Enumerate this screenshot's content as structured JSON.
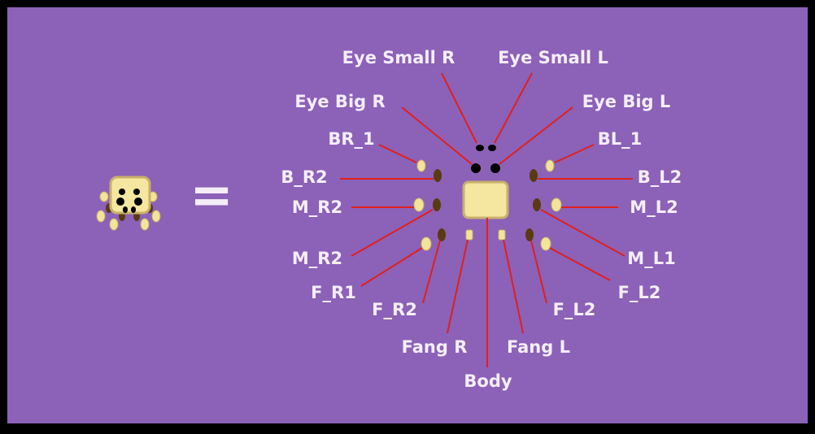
{
  "colors": {
    "frame": "#000000",
    "background": "#8c61b8",
    "label_text": "#f4eef8",
    "leader_line": "#e0201c",
    "body_fill": "#f5e6a0",
    "body_edge": "#c9b06a",
    "bright_part": "#f2e49a",
    "dark_part": "#5a3a12",
    "eye": "#000000",
    "eye_highlight": "#ffffff"
  },
  "composite_icon": "spider-sprite-icon",
  "equals_sign": "=",
  "labels": {
    "eye_small_r": "Eye Small R",
    "eye_small_l": "Eye Small L",
    "eye_big_r": "Eye Big R",
    "eye_big_l": "Eye Big L",
    "br_1": "BR_1",
    "bl_1": "BL_1",
    "b_r2": "B_R2",
    "b_l2": "B_L2",
    "m_r2_upper": "M_R2",
    "m_l2": "M_L2",
    "m_r2_lower": "M_R2",
    "m_l1": "M_L1",
    "f_r1": "F_R1",
    "f_l2_outer": "F_L2",
    "f_r2": "F_R2",
    "f_l2_inner": "F_L2",
    "fang_r": "Fang R",
    "fang_l": "Fang L",
    "body": "Body"
  }
}
